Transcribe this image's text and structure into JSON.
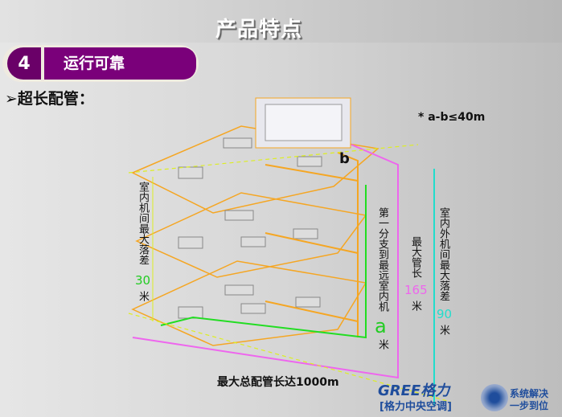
{
  "header": {
    "title": "产品特点"
  },
  "section": {
    "number": "4",
    "label": "运行可靠"
  },
  "subtitle": "➢超长配管：",
  "note": "* a-b≤40m",
  "diagram": {
    "point_b": "b",
    "indoor_drop": {
      "label": "室内机间最大落差",
      "value": "30",
      "unit": "米"
    },
    "first_branch": {
      "label": "第一分支到最远室内机",
      "value": "a",
      "unit": "米"
    },
    "max_pipe": {
      "label": "最大管长",
      "value": "165",
      "unit": "米"
    },
    "in_out_drop": {
      "label": "室内外机间最大落差",
      "value": "90",
      "unit": "米"
    },
    "total": "最大总配管长达1000m"
  },
  "brand": {
    "name": "GREE格力",
    "sub": "[格力中央空调]",
    "slogan1": "系统解决",
    "slogan2": "一步到位"
  },
  "colors": {
    "purple": "#7a007a",
    "orange": "#f5a623",
    "green": "#22dd22",
    "pink": "#ee66ee",
    "cyan": "#22ddcc"
  }
}
